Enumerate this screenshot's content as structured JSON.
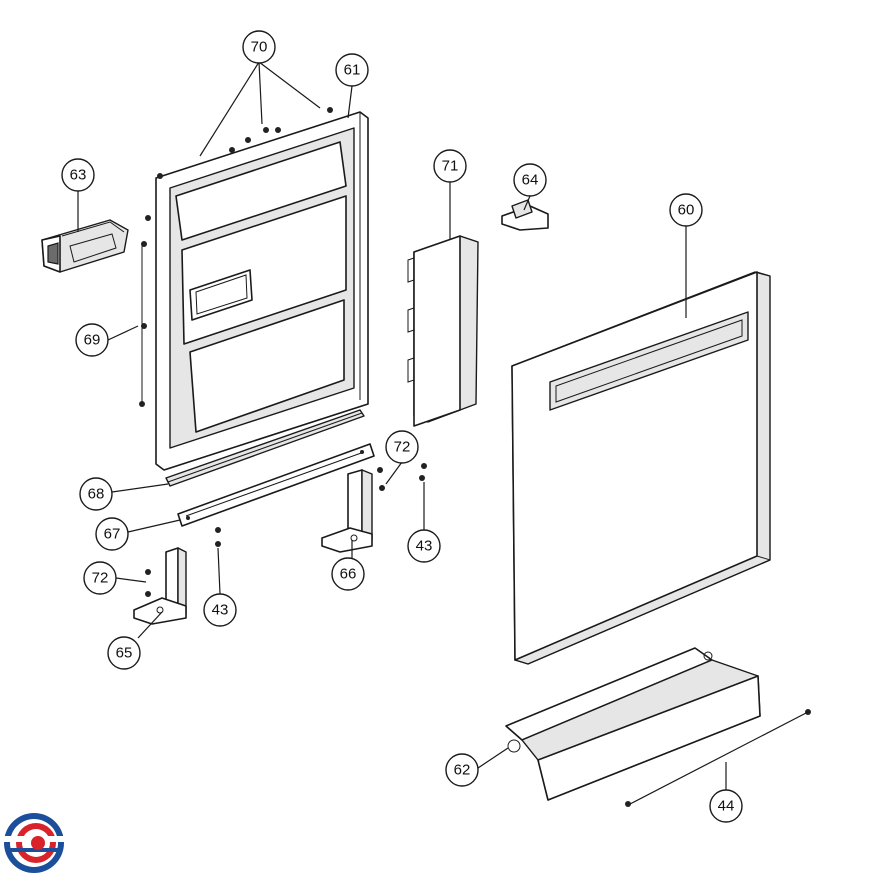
{
  "callouts": [
    {
      "id": "70",
      "label": "70"
    },
    {
      "id": "61",
      "label": "61"
    },
    {
      "id": "63",
      "label": "63"
    },
    {
      "id": "69",
      "label": "69"
    },
    {
      "id": "71",
      "label": "71"
    },
    {
      "id": "64",
      "label": "64"
    },
    {
      "id": "60",
      "label": "60"
    },
    {
      "id": "72a",
      "label": "72"
    },
    {
      "id": "68",
      "label": "68"
    },
    {
      "id": "67",
      "label": "67"
    },
    {
      "id": "43a",
      "label": "43"
    },
    {
      "id": "66",
      "label": "66"
    },
    {
      "id": "72b",
      "label": "72"
    },
    {
      "id": "43b",
      "label": "43"
    },
    {
      "id": "65",
      "label": "65"
    },
    {
      "id": "62",
      "label": "62"
    },
    {
      "id": "44",
      "label": "44"
    }
  ],
  "colors": {
    "line": "#1a1a1a",
    "logo_red": "#d8232a",
    "logo_blue": "#1b4f9c"
  }
}
